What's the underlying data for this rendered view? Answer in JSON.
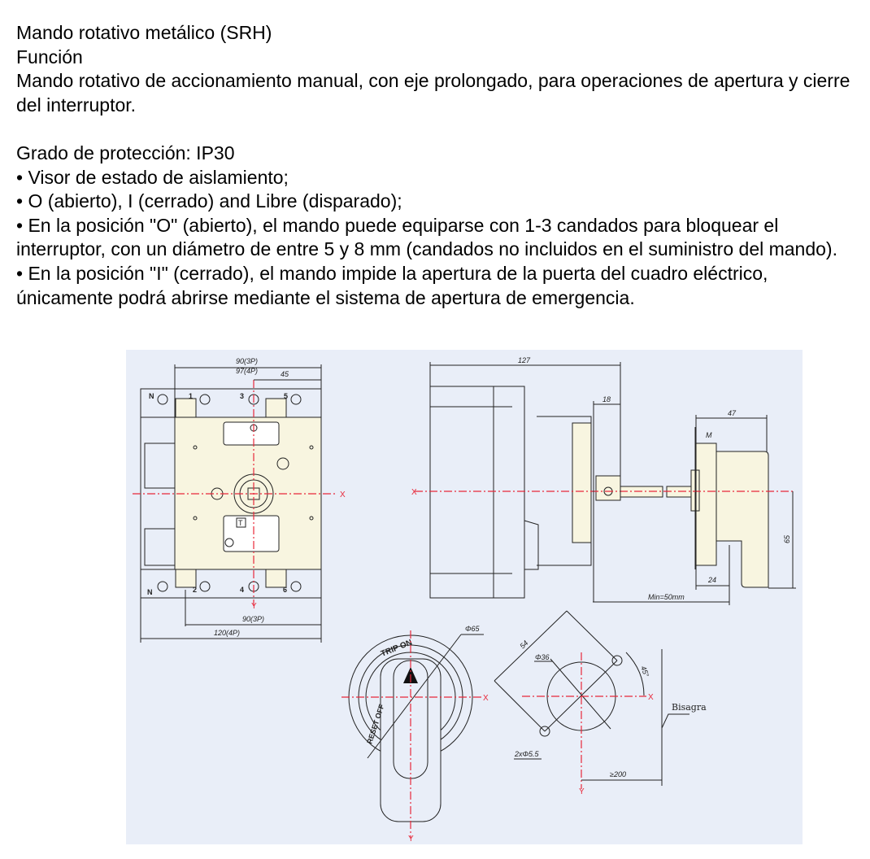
{
  "title": "Mando rotativo metálico (SRH)",
  "function_heading": "Función",
  "function_text": "Mando rotativo de accionamiento manual, con eje prolongado, para operaciones de apertura y cierre del interruptor.",
  "protection": "Grado de protección: IP30",
  "bullets": [
    "• Visor de estado de aislamiento;",
    "• O (abierto), I (cerrado) and Libre (disparado);",
    "• En la posición \"O\" (abierto), el mando puede equiparse con 1-3 candados para bloquear el interruptor, con un diámetro de entre 5 y 8 mm (candados no incluidos en el suministro del mando).",
    "• En la posición \"I\" (cerrado), el mando impide la apertura de la puerta del cuadro eléctrico, únicamente podrá abrirse mediante el sistema de apertura de emergencia."
  ],
  "drawing": {
    "front": {
      "dim_top_3p": "90(3P)",
      "dim_top_4p": "97(4P)",
      "dim_45": "45",
      "dim_bottom_3p": "90(3P)",
      "dim_bottom_4p": "120(4P)",
      "terminals_top": [
        "N",
        "1",
        "3",
        "5"
      ],
      "terminals_bottom": [
        "N",
        "2",
        "4",
        "6"
      ],
      "t_label": "T"
    },
    "side": {
      "dim_127": "127",
      "dim_18": "18",
      "dim_47": "47",
      "dim_m": "M",
      "dim_65": "65",
      "dim_24": "24",
      "dim_min": "Min=50mm"
    },
    "knob": {
      "dim_65": "Φ65",
      "trip_on": "TRIP  ON",
      "reset_off": "RESET  OFF"
    },
    "cutout": {
      "dim_54": "54",
      "dim_36": "Φ36",
      "dim_holes": "2xΦ5.5",
      "dim_45deg": "45°",
      "dim_200": "≥200",
      "hinge": "Bisagra"
    },
    "axis_x": "X",
    "axis_y": "Y",
    "colors": {
      "background": "#e9eef8",
      "body": "#f8f5e0",
      "axis": "#e8283a"
    }
  }
}
